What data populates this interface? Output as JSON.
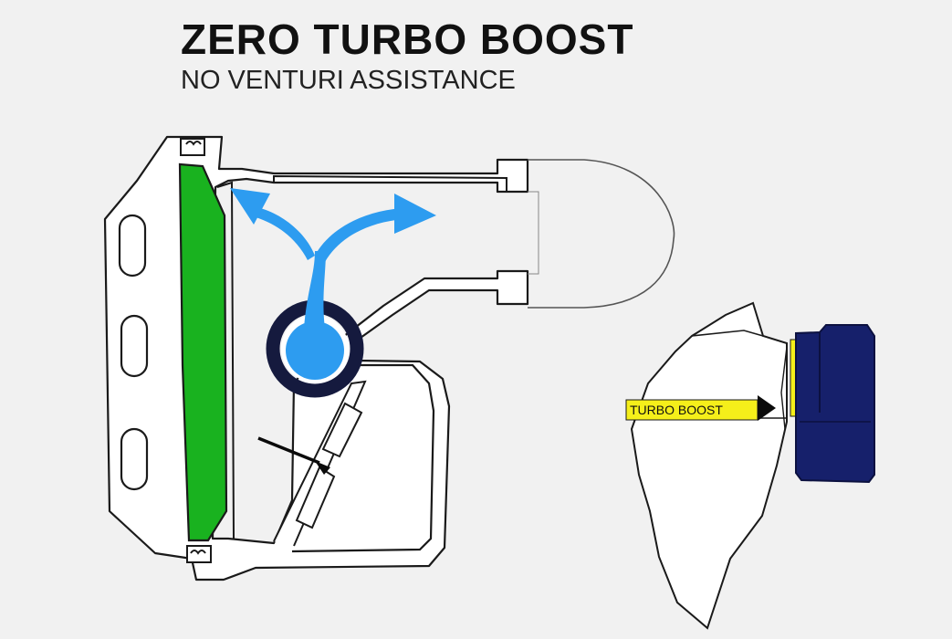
{
  "title": "ZERO TURBO BOOST",
  "subtitle": "NO VENTURI ASSISTANCE",
  "adjuster_label": "TURBO BOOST",
  "colors": {
    "background": "#f1f1f1",
    "outline": "#1a1a1a",
    "diaphragm": "#19b21f",
    "airflow": "#2d9cf0",
    "ring": "#151a3e",
    "label_strip": "#f5ef1a",
    "knob": "#16206b"
  },
  "icons": [
    "airflow-arrow-icon",
    "pointer-arrow-icon"
  ]
}
